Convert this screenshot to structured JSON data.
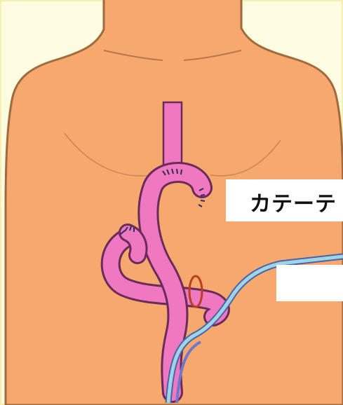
{
  "diagram": {
    "callout_label": "カテーテ",
    "colors": {
      "background": "#fdfbe0",
      "skin": "#f6a86e",
      "skin_outline": "#a06a3c",
      "organ": "#ef78c0",
      "organ_outline": "#6a2a5a",
      "catheter": "#9fd4e4",
      "tube_blue": "#6f76cc",
      "ring": "#b8401e",
      "callout_box": "#ffffff"
    },
    "icons": [
      "body-torso",
      "esophagus",
      "reconstructed-intestine",
      "feeding-catheter",
      "ring-marker"
    ]
  }
}
